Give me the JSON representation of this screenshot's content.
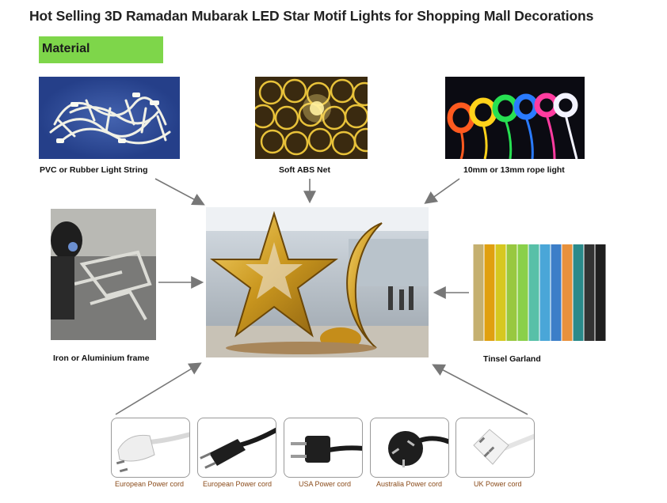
{
  "title": "Hot Selling 3D Ramadan Mubarak LED Star Motif Lights for Shopping Mall Decorations",
  "section_label": "Material",
  "materials": {
    "pvc": "PVC or Rubber Light String",
    "abs": "Soft ABS Net",
    "rope": "10mm or 13mm rope light",
    "frame": "Iron or Aluminium frame",
    "tinsel": "Tinsel Garland"
  },
  "power_cords": [
    {
      "label": "European Power cord",
      "icon": "euro-plug-icon"
    },
    {
      "label": "European Power cord",
      "icon": "euro-flat-plug-icon"
    },
    {
      "label": "USA Power cord",
      "icon": "usa-plug-icon"
    },
    {
      "label": "Australia Power cord",
      "icon": "australia-plug-icon"
    },
    {
      "label": "UK Power cord",
      "icon": "uk-plug-icon"
    }
  ],
  "colors": {
    "material_bg": "#7ed64a",
    "cord_caption": "#8a4b1a",
    "arrow": "#777777"
  }
}
